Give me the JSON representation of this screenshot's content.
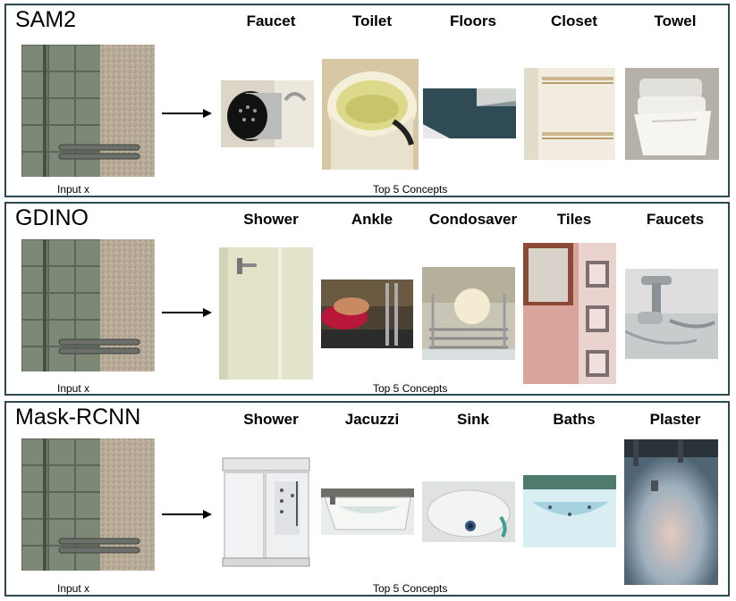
{
  "common": {
    "input_label": "Input x",
    "concepts_label": "Top 5 Concepts"
  },
  "panels": [
    {
      "model": "SAM2",
      "concepts": [
        "Faucet",
        "Toilet",
        "Floors",
        "Closet",
        "Towel"
      ]
    },
    {
      "model": "GDINO",
      "concepts": [
        "Shower",
        "Ankle",
        "Condosaver",
        "Tiles",
        "Faucets"
      ]
    },
    {
      "model": "Mask-RCNN",
      "concepts": [
        "Shower",
        "Jacuzzi",
        "Sink",
        "Baths",
        "Plaster"
      ]
    }
  ]
}
